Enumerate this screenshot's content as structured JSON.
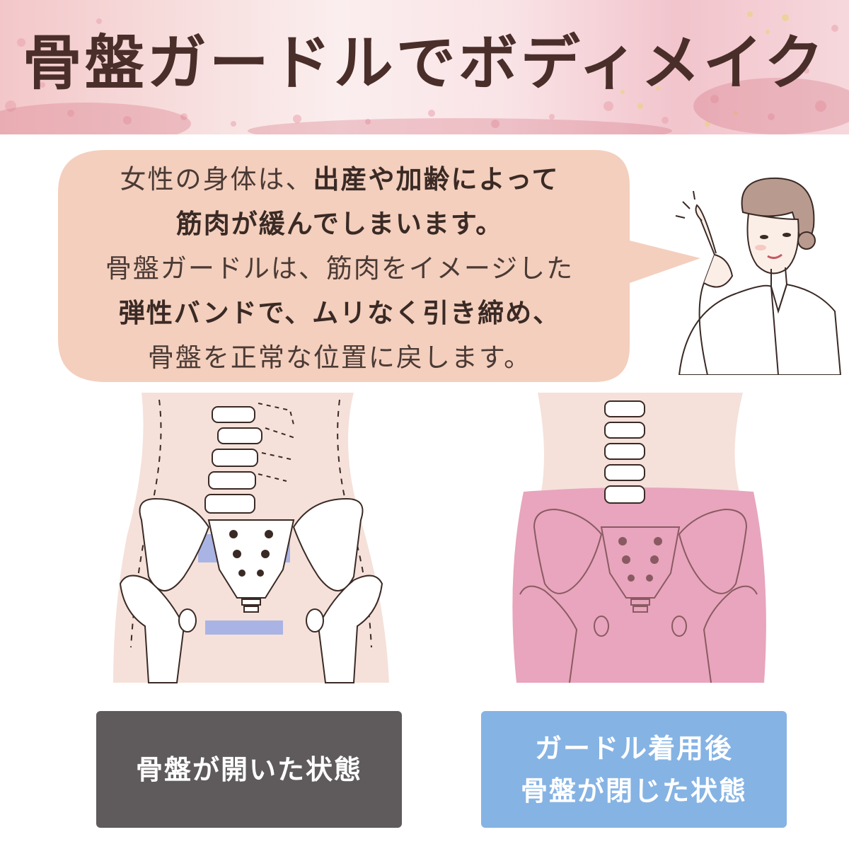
{
  "header": {
    "title": "骨盤ガードルでボディメイク"
  },
  "bubble": {
    "line1_plain": "女性の身体は、",
    "line1_bold": "出産や加齢によって",
    "line2_bold": "筋肉が緩んでしまいます。",
    "line3_plain": "骨盤ガードルは、筋肉をイメージした",
    "line4_bold": "弾性バンドで、ムリなく引き締め、",
    "line5_plain": "骨盤を正常な位置に戻します。"
  },
  "captions": {
    "left": "骨盤が開いた状態",
    "right_line1": "ガードル着用後",
    "right_line2": "骨盤が閉じた状態"
  },
  "colors": {
    "title_text": "#4a2e2a",
    "bubble_fill": "#f4cfbd",
    "skin": "#f5e1da",
    "girdle": "#e8a5bd",
    "band_blue": "#a9b4e4",
    "caption_left_bg": "#5f5b5c",
    "caption_right_bg": "#85b3e4"
  }
}
